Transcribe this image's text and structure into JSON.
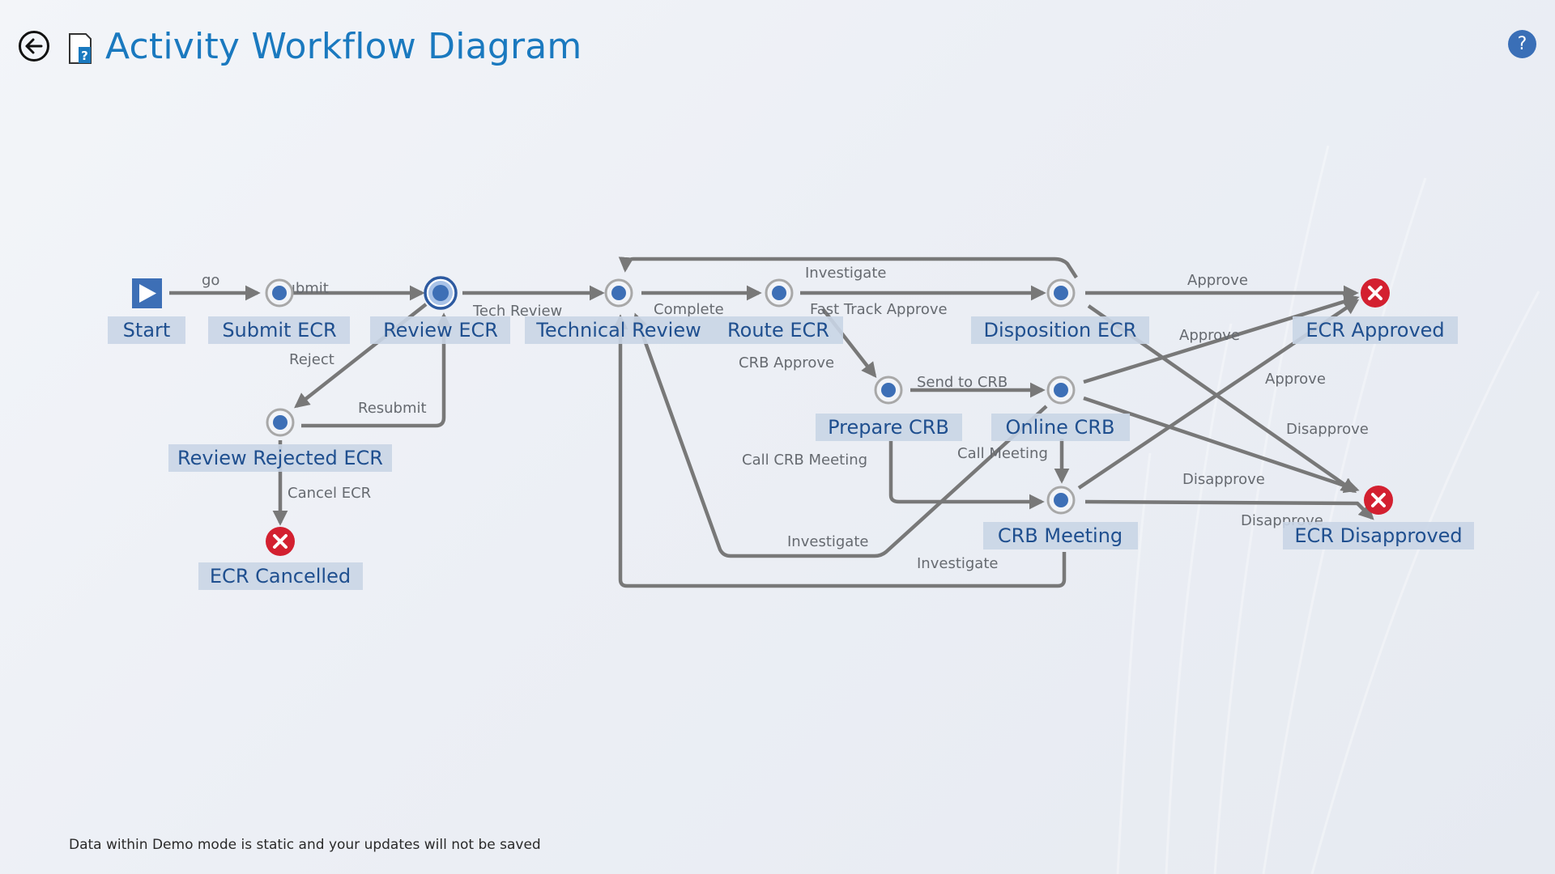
{
  "header": {
    "title": "Activity Workflow Diagram",
    "back_icon": "back-arrow-icon",
    "doc_icon": "document-help-icon",
    "help_label": "?"
  },
  "diagram": {
    "nodes": [
      {
        "id": "start",
        "label": "Start",
        "kind": "start"
      },
      {
        "id": "submit",
        "label": "Submit ECR",
        "kind": "activity"
      },
      {
        "id": "review",
        "label": "Review ECR",
        "kind": "current"
      },
      {
        "id": "technical",
        "label": "Technical Review",
        "kind": "activity"
      },
      {
        "id": "route",
        "label": "Route ECR",
        "kind": "activity"
      },
      {
        "id": "disposition",
        "label": "Disposition ECR",
        "kind": "activity"
      },
      {
        "id": "approved",
        "label": "ECR Approved",
        "kind": "end"
      },
      {
        "id": "prepare",
        "label": "Prepare CRB",
        "kind": "activity"
      },
      {
        "id": "online",
        "label": "Online CRB",
        "kind": "activity"
      },
      {
        "id": "rejected",
        "label": "Review Rejected ECR",
        "kind": "activity"
      },
      {
        "id": "meeting",
        "label": "CRB Meeting",
        "kind": "activity"
      },
      {
        "id": "disapproved",
        "label": "ECR Disapproved",
        "kind": "end"
      },
      {
        "id": "cancelled",
        "label": "ECR Cancelled",
        "kind": "end"
      }
    ],
    "edge_labels": [
      {
        "id": "go",
        "text": "go"
      },
      {
        "id": "submit",
        "text": "Submit"
      },
      {
        "id": "tech_review",
        "text": "Tech Review"
      },
      {
        "id": "complete",
        "text": "Complete"
      },
      {
        "id": "investigate_top",
        "text": "Investigate"
      },
      {
        "id": "fast_track",
        "text": "Fast Track Approve"
      },
      {
        "id": "approve_1",
        "text": "Approve"
      },
      {
        "id": "approve_2",
        "text": "Approve"
      },
      {
        "id": "approve_3",
        "text": "Approve"
      },
      {
        "id": "reject",
        "text": "Reject"
      },
      {
        "id": "resubmit",
        "text": "Resubmit"
      },
      {
        "id": "crb_approve",
        "text": "CRB Approve"
      },
      {
        "id": "send_to_crb",
        "text": "Send to CRB"
      },
      {
        "id": "call_crb_meeting",
        "text": "Call CRB Meeting"
      },
      {
        "id": "call_meeting",
        "text": "Call Meeting"
      },
      {
        "id": "disapprove_1",
        "text": "Disapprove"
      },
      {
        "id": "disapprove_2",
        "text": "Disapprove"
      },
      {
        "id": "disapprove_3",
        "text": "Disapprove"
      },
      {
        "id": "cancel_ecr",
        "text": "Cancel ECR"
      },
      {
        "id": "investigate_mid",
        "text": "Investigate"
      },
      {
        "id": "investigate_bottom",
        "text": "Investigate"
      }
    ]
  },
  "footer": {
    "note": "Data within Demo mode is static and your updates will not be saved"
  },
  "colors": {
    "title": "#1a79bf",
    "node_fill": "#3d6fb6",
    "label_box": "#c9d5e6",
    "label_text": "#1f4f8f",
    "edge": "#787878",
    "end_node": "#d32030"
  }
}
